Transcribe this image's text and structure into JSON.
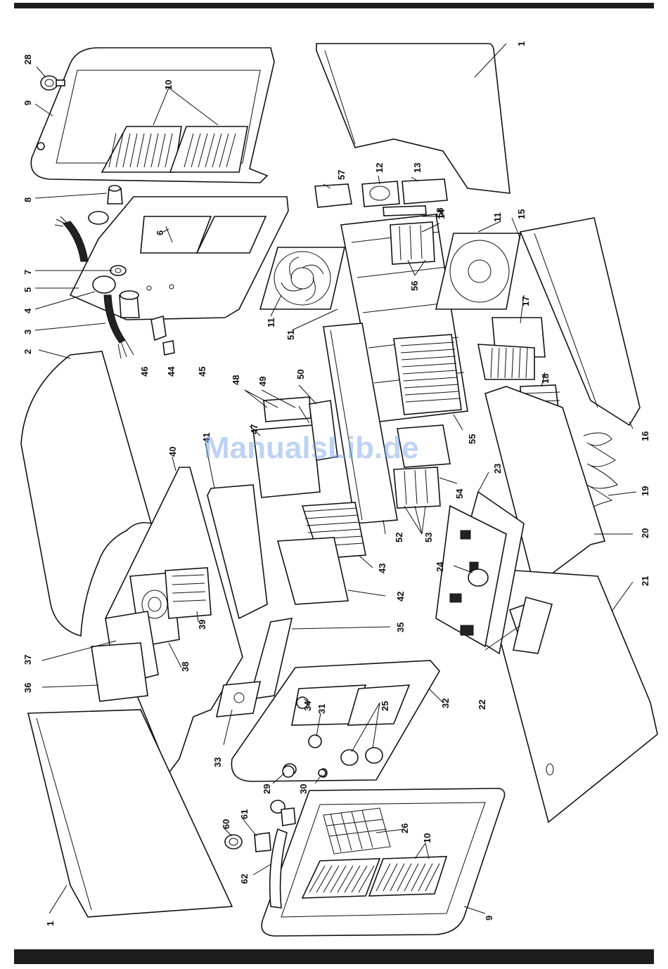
{
  "watermark": "ManualsLib.de",
  "callouts": [
    {
      "id": "c1a",
      "text": "1"
    },
    {
      "id": "c1b",
      "text": "1"
    },
    {
      "id": "c2",
      "text": "2"
    },
    {
      "id": "c3",
      "text": "3"
    },
    {
      "id": "c4",
      "text": "4"
    },
    {
      "id": "c5",
      "text": "5"
    },
    {
      "id": "c6",
      "text": "6"
    },
    {
      "id": "c7",
      "text": "7"
    },
    {
      "id": "c8",
      "text": "8"
    },
    {
      "id": "c9a",
      "text": "9"
    },
    {
      "id": "c9b",
      "text": "9"
    },
    {
      "id": "c10a",
      "text": "10"
    },
    {
      "id": "c10b",
      "text": "10"
    },
    {
      "id": "c11a",
      "text": "11"
    },
    {
      "id": "c11b",
      "text": "11"
    },
    {
      "id": "c12",
      "text": "12"
    },
    {
      "id": "c13",
      "text": "13"
    },
    {
      "id": "c14",
      "text": "14"
    },
    {
      "id": "c15",
      "text": "15"
    },
    {
      "id": "c16",
      "text": "16"
    },
    {
      "id": "c17",
      "text": "17"
    },
    {
      "id": "c18",
      "text": "18"
    },
    {
      "id": "c19",
      "text": "19"
    },
    {
      "id": "c20",
      "text": "20"
    },
    {
      "id": "c21",
      "text": "21"
    },
    {
      "id": "c22",
      "text": "22"
    },
    {
      "id": "c23",
      "text": "23"
    },
    {
      "id": "c24",
      "text": "24"
    },
    {
      "id": "c25",
      "text": "25"
    },
    {
      "id": "c26",
      "text": "26"
    },
    {
      "id": "c28",
      "text": "28"
    },
    {
      "id": "c29",
      "text": "29"
    },
    {
      "id": "c30",
      "text": "30"
    },
    {
      "id": "c31",
      "text": "31"
    },
    {
      "id": "c32",
      "text": "32"
    },
    {
      "id": "c33",
      "text": "33"
    },
    {
      "id": "c34",
      "text": "34"
    },
    {
      "id": "c35",
      "text": "35"
    },
    {
      "id": "c36",
      "text": "36"
    },
    {
      "id": "c37",
      "text": "37"
    },
    {
      "id": "c38",
      "text": "38"
    },
    {
      "id": "c39",
      "text": "39"
    },
    {
      "id": "c40",
      "text": "40"
    },
    {
      "id": "c41",
      "text": "41"
    },
    {
      "id": "c42",
      "text": "42"
    },
    {
      "id": "c43",
      "text": "43"
    },
    {
      "id": "c44",
      "text": "44"
    },
    {
      "id": "c45",
      "text": "45"
    },
    {
      "id": "c46",
      "text": "46"
    },
    {
      "id": "c47",
      "text": "47"
    },
    {
      "id": "c48",
      "text": "48"
    },
    {
      "id": "c49",
      "text": "49"
    },
    {
      "id": "c50",
      "text": "50"
    },
    {
      "id": "c51",
      "text": "51"
    },
    {
      "id": "c52",
      "text": "52"
    },
    {
      "id": "c53",
      "text": "53"
    },
    {
      "id": "c54",
      "text": "54"
    },
    {
      "id": "c55",
      "text": "55"
    },
    {
      "id": "c56",
      "text": "56"
    },
    {
      "id": "c57",
      "text": "57"
    },
    {
      "id": "c58",
      "text": "58"
    },
    {
      "id": "c60",
      "text": "60"
    },
    {
      "id": "c61",
      "text": "61"
    },
    {
      "id": "c62",
      "text": "62"
    }
  ]
}
